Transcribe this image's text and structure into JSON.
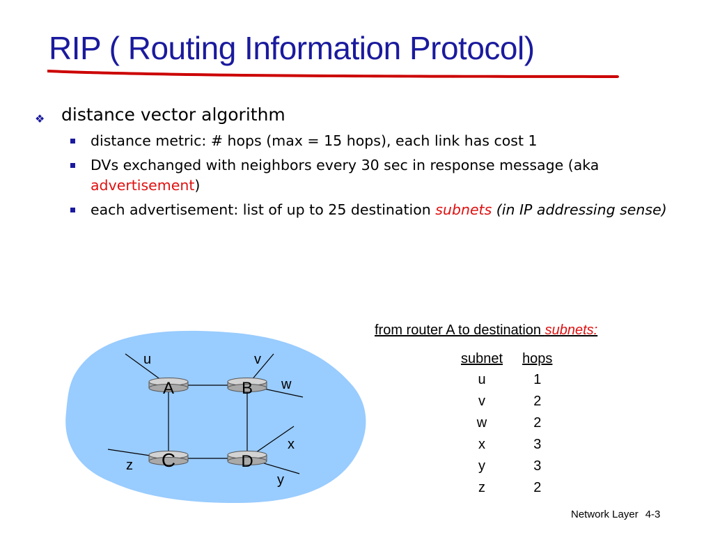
{
  "title": "RIP ( Routing Information Protocol)",
  "bullets": {
    "main": "distance vector algorithm",
    "sub1": "distance metric: # hops (max = 15 hops), each link has cost 1",
    "sub2_a": "DVs exchanged with neighbors every 30 sec in response message (aka ",
    "sub2_b": "advertisement",
    "sub2_c": ")",
    "sub3_a": "each advertisement: list of up to 25 destination ",
    "sub3_b": "subnets",
    "sub3_c": " (in IP addressing sense)"
  },
  "network": {
    "routers": [
      "A",
      "B",
      "C",
      "D"
    ],
    "subnets": [
      "u",
      "v",
      "w",
      "x",
      "y",
      "z"
    ]
  },
  "routing_table": {
    "title_a": "from router A to destination ",
    "title_b": "subnets:",
    "col_subnet": "subnet",
    "col_hops": "hops",
    "rows": [
      {
        "subnet": "u",
        "hops": "1"
      },
      {
        "subnet": "v",
        "hops": "2"
      },
      {
        "subnet": "w",
        "hops": "2"
      },
      {
        "subnet": "x",
        "hops": "3"
      },
      {
        "subnet": "y",
        "hops": "3"
      },
      {
        "subnet": "z",
        "hops": "2"
      }
    ]
  },
  "footer": {
    "section": "Network Layer",
    "page": "4-3"
  },
  "colors": {
    "title": "#1a1a9e",
    "highlight": "#e01010",
    "cloud": "#99ccff",
    "underline": "#cc0000"
  }
}
